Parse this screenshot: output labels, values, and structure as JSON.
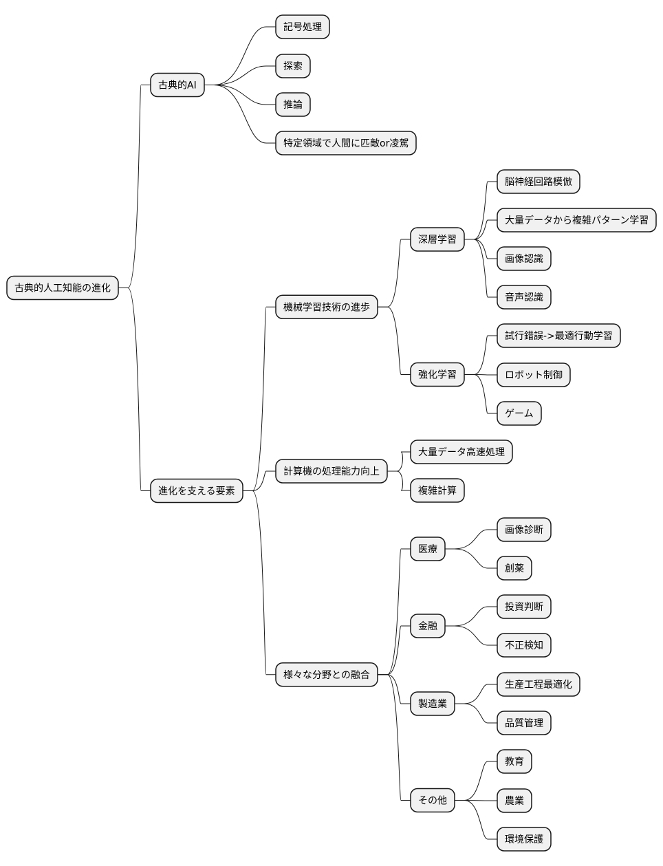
{
  "root": {
    "label": "古典的人工知能の進化",
    "children": [
      {
        "label": "古典的AI",
        "children": [
          {
            "label": "記号処理"
          },
          {
            "label": "探索"
          },
          {
            "label": "推論"
          },
          {
            "label": "特定領域で人間に匹敵or凌駕"
          }
        ]
      },
      {
        "label": "進化を支える要素",
        "children": [
          {
            "label": "機械学習技術の進歩",
            "children": [
              {
                "label": "深層学習",
                "children": [
                  {
                    "label": "脳神経回路模倣"
                  },
                  {
                    "label": "大量データから複雑パターン学習"
                  },
                  {
                    "label": "画像認識"
                  },
                  {
                    "label": "音声認識"
                  }
                ]
              },
              {
                "label": "強化学習",
                "children": [
                  {
                    "label": "試行錯誤->最適行動学習"
                  },
                  {
                    "label": "ロボット制御"
                  },
                  {
                    "label": "ゲーム"
                  }
                ]
              }
            ]
          },
          {
            "label": "計算機の処理能力向上",
            "children": [
              {
                "label": "大量データ高速処理"
              },
              {
                "label": "複雑計算"
              }
            ]
          },
          {
            "label": "様々な分野との融合",
            "children": [
              {
                "label": "医療",
                "children": [
                  {
                    "label": "画像診断"
                  },
                  {
                    "label": "創薬"
                  }
                ]
              },
              {
                "label": "金融",
                "children": [
                  {
                    "label": "投資判断"
                  },
                  {
                    "label": "不正検知"
                  }
                ]
              },
              {
                "label": "製造業",
                "children": [
                  {
                    "label": "生産工程最適化"
                  },
                  {
                    "label": "品質管理"
                  }
                ]
              },
              {
                "label": "その他",
                "children": [
                  {
                    "label": "教育"
                  },
                  {
                    "label": "農業"
                  },
                  {
                    "label": "環境保護"
                  }
                ]
              }
            ]
          }
        ]
      }
    ]
  }
}
